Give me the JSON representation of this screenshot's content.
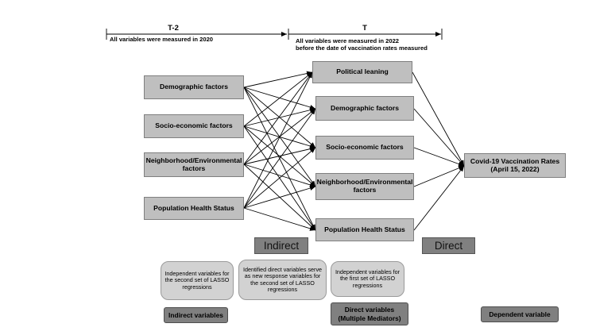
{
  "timeline": {
    "t_minus_2": {
      "label": "T-2",
      "note": "All variables were measured in 2020"
    },
    "t": {
      "label": "T",
      "note_line1": "All variables were measured in 2022",
      "note_line2": "before the date of vaccination rates measured"
    }
  },
  "indirect_variables": [
    "Demographic factors",
    "Socio-economic factors",
    "Neighborhood/Environmental factors",
    "Population Health Status"
  ],
  "direct_variables": [
    "Political leaning",
    "Demographic factors",
    "Socio-economic factors",
    "Neighborhood/Environmental factors",
    "Population Health Status"
  ],
  "outcome": {
    "line1": "Covid-19 Vaccination Rates",
    "line2": "(April 15, 2022)"
  },
  "path_labels": {
    "indirect": "Indirect",
    "direct": "Direct"
  },
  "role_notes": {
    "indirect_note": "Independent variables for the second set of LASSO regressions",
    "mediator_note": "Identified direct variables serve as new response variables for the second set of LASSO regressions",
    "direct_note": "Independent variables for the first set of LASSO regressions"
  },
  "legend": {
    "indirect": "Indirect variables",
    "direct_line1": "Direct variables",
    "direct_line2": "(Multiple Mediators)",
    "dependent": "Dependent variable"
  },
  "colors": {
    "variable_box": "#bfbfbf",
    "label_box": "#808080",
    "note_box": "#d2d2d2",
    "arrow": "#000000"
  }
}
